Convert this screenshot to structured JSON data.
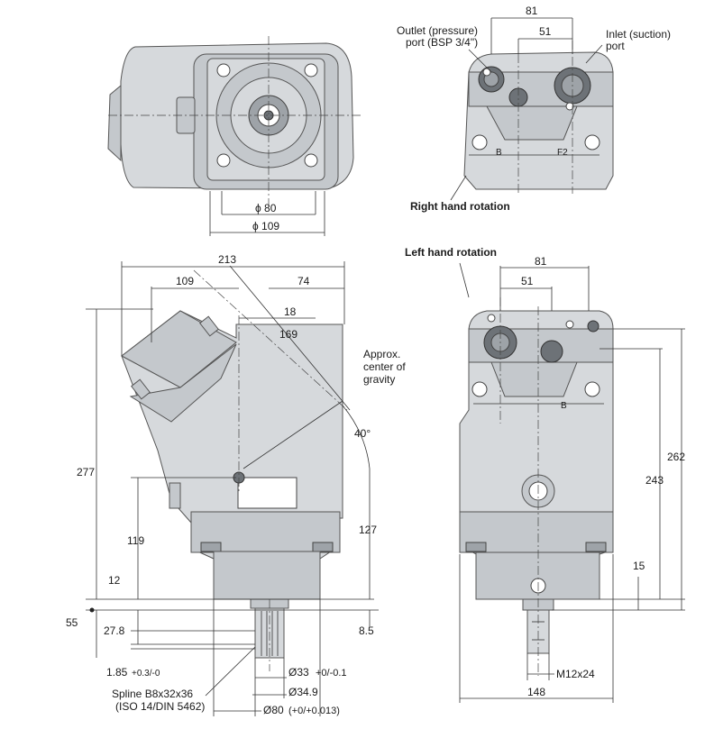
{
  "labels": {
    "top_view": {
      "d80": "ϕ 80",
      "d109": "ϕ 109"
    },
    "right_view": {
      "outlet": [
        "Outlet (pressure)",
        "port (BSP 3/4\")"
      ],
      "inlet": [
        "Inlet (suction)",
        "port"
      ],
      "d81": "81",
      "d51": "51",
      "caption": "Right hand rotation",
      "port_b": "B",
      "port_f2": "F2"
    },
    "left_view": {
      "caption": "Left hand rotation",
      "d81": "81",
      "d51": "51",
      "d262": "262",
      "d243": "243",
      "d15": "15",
      "m12": "M12x24",
      "d148": "148",
      "port_b": "B"
    },
    "side_view": {
      "d213": "213",
      "d109": "109",
      "d74": "74",
      "d18": "18",
      "d169": "169",
      "cog": [
        "Approx.",
        "center of",
        "gravity"
      ],
      "angle": "40°",
      "d277": "277",
      "d119": "119",
      "d127": "127",
      "d12": "12",
      "d55": "55",
      "d27_8": "27.8",
      "d8_5": "8.5",
      "d1_85": "1.85",
      "d1_85_tol": "+0.3/-0",
      "d33": "Ø33",
      "d33_tol": "+0/-0.1",
      "d34_9": "Ø34.9",
      "d80": "Ø80",
      "d80_tol": "(+0/+0.013)",
      "spline": [
        "Spline B8x32x36",
        "(ISO 14/DIN 5462)"
      ]
    }
  }
}
